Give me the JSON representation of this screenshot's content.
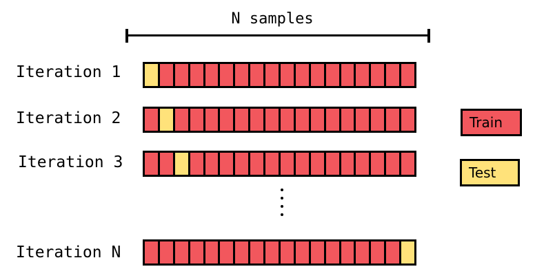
{
  "header": {
    "title": "N samples"
  },
  "iterations": [
    {
      "label": "Iteration 1",
      "test_index": 0
    },
    {
      "label": "Iteration 2",
      "test_index": 1
    },
    {
      "label": "Iteration 3",
      "test_index": 2
    },
    {
      "label": "Iteration N",
      "test_index": 17
    }
  ],
  "cells_per_row": 18,
  "legend": {
    "train_label": "Train",
    "test_label": "Test"
  },
  "colors": {
    "train": "#f2575d",
    "test": "#ffe27a",
    "outline": "#000000"
  }
}
